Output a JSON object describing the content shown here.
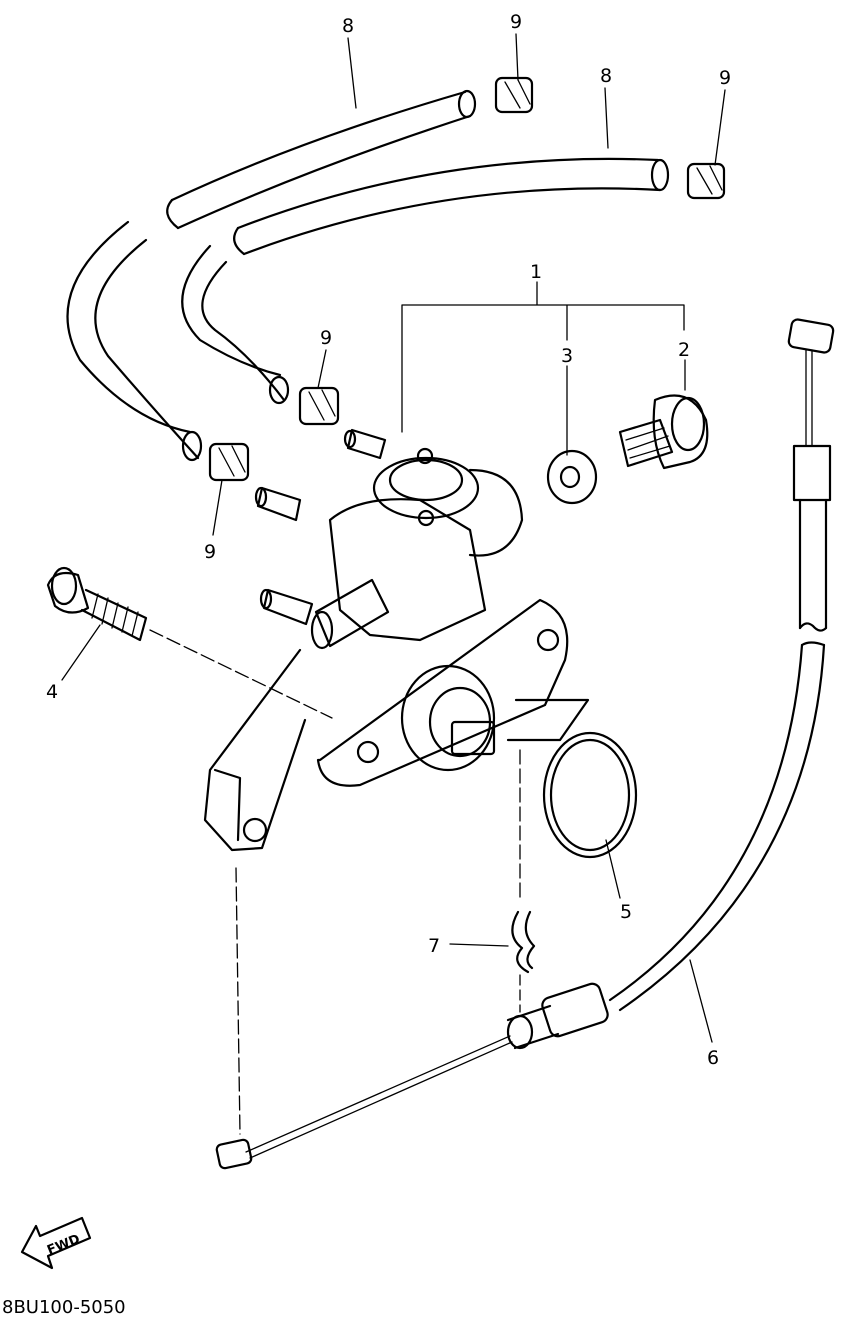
{
  "diagram": {
    "part_labels": {
      "p1": "1",
      "p2": "2",
      "p3": "3",
      "p4": "4",
      "p5": "5",
      "p6": "6",
      "p7": "7",
      "p8a": "8",
      "p8b": "8",
      "p9a": "9",
      "p9b": "9",
      "p9c": "9",
      "p9d": "9"
    },
    "fwd_badge": "FWD",
    "drawing_code": "8BU100-5050"
  }
}
